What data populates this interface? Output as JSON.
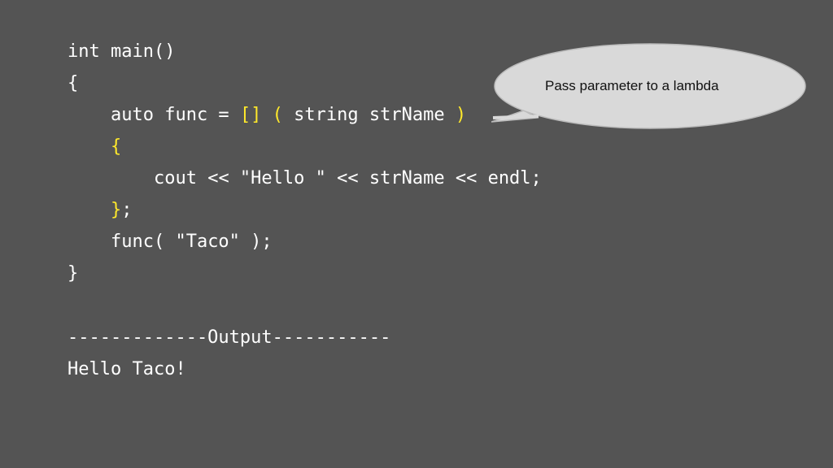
{
  "code": {
    "line1": "int main()",
    "line2": "{",
    "line3_pre": "auto func = ",
    "line3_brackets": "[] (",
    "line3_mid": " string strName ",
    "line3_close": ")",
    "line4": "{",
    "line5": "cout << \"Hello \" << strName << endl;",
    "line6_brace": "}",
    "line6_semi": ";",
    "line7": "func( \"Taco\" );",
    "line8": "}"
  },
  "output": {
    "separator": "-------------Output-----------",
    "result": "Hello Taco!"
  },
  "callout": {
    "text": "Pass parameter to a lambda"
  },
  "colors": {
    "background": "#545454",
    "code_text": "#ffffff",
    "highlight": "#ffe92b",
    "callout_fill": "#d9d9d9"
  }
}
